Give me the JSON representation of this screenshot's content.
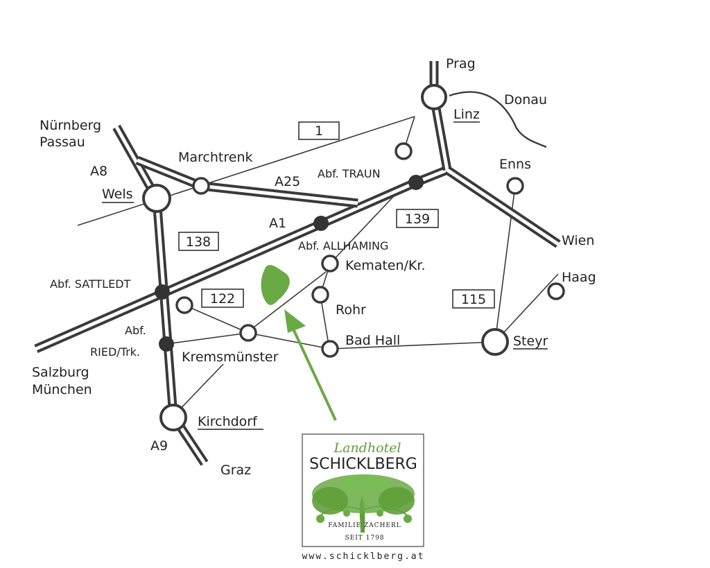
{
  "labels": {
    "prag": "Prag",
    "donau": "Donau",
    "linz": "Linz",
    "nuernberg": "Nürnberg",
    "passau": "Passau",
    "marchtrenk": "Marchtrenk",
    "a8": "A8",
    "wels": "Wels",
    "a25": "A25",
    "abf_traun": "Abf. TRAUN",
    "enns": "Enns",
    "a1": "A1",
    "wien": "Wien",
    "abf_allhaming": "Abf. ALLHAMING",
    "kematen": "Kematen/Kr.",
    "abf_sattledt": "Abf. SATTLEDT",
    "haag": "Haag",
    "rohr": "Rohr",
    "abf": "Abf.",
    "ried": "RIED/Trk.",
    "bad_hall": "Bad Hall",
    "kremsmuenster": "Kremsmünster",
    "steyr": "Steyr",
    "salzburg": "Salzburg",
    "muenchen": "München",
    "kirchdorf": "Kirchdorf",
    "a9": "A9",
    "graz": "Graz"
  },
  "road_numbers": {
    "r1": "1",
    "r138": "138",
    "r139": "139",
    "r122": "122",
    "r115": "115"
  },
  "logo": {
    "script": "Landhotel",
    "name": "SCHICKLBERG",
    "family": "FAMILIE ZACHERL",
    "since": "SEIT 1798"
  },
  "url": "www.schicklberg.at",
  "colors": {
    "road": "#3a3a3a",
    "accent_green": "#6aaa45",
    "text": "#222222"
  }
}
